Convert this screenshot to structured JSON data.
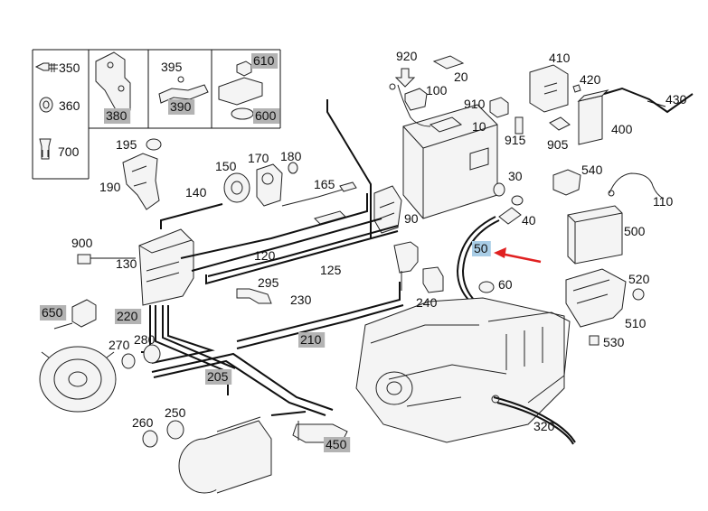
{
  "labels": [
    {
      "id": "350",
      "text": "350",
      "highlight": "none"
    },
    {
      "id": "360",
      "text": "360",
      "highlight": "none"
    },
    {
      "id": "700",
      "text": "700",
      "highlight": "none"
    },
    {
      "id": "380",
      "text": "380",
      "highlight": "gray"
    },
    {
      "id": "395",
      "text": "395",
      "highlight": "none"
    },
    {
      "id": "390",
      "text": "390",
      "highlight": "gray"
    },
    {
      "id": "610",
      "text": "610",
      "highlight": "gray"
    },
    {
      "id": "600",
      "text": "600",
      "highlight": "gray"
    },
    {
      "id": "920",
      "text": "920",
      "highlight": "none"
    },
    {
      "id": "20",
      "text": "20",
      "highlight": "none"
    },
    {
      "id": "100",
      "text": "100",
      "highlight": "none"
    },
    {
      "id": "910",
      "text": "910",
      "highlight": "none"
    },
    {
      "id": "10",
      "text": "10",
      "highlight": "none"
    },
    {
      "id": "915",
      "text": "915",
      "highlight": "none"
    },
    {
      "id": "410",
      "text": "410",
      "highlight": "none"
    },
    {
      "id": "420",
      "text": "420",
      "highlight": "none"
    },
    {
      "id": "430",
      "text": "430",
      "highlight": "none"
    },
    {
      "id": "400",
      "text": "400",
      "highlight": "none"
    },
    {
      "id": "905",
      "text": "905",
      "highlight": "none"
    },
    {
      "id": "195",
      "text": "195",
      "highlight": "none"
    },
    {
      "id": "190",
      "text": "190",
      "highlight": "none"
    },
    {
      "id": "150",
      "text": "150",
      "highlight": "none"
    },
    {
      "id": "170",
      "text": "170",
      "highlight": "none"
    },
    {
      "id": "180",
      "text": "180",
      "highlight": "none"
    },
    {
      "id": "165",
      "text": "165",
      "highlight": "none"
    },
    {
      "id": "140",
      "text": "140",
      "highlight": "none"
    },
    {
      "id": "30",
      "text": "30",
      "highlight": "none"
    },
    {
      "id": "540",
      "text": "540",
      "highlight": "none"
    },
    {
      "id": "110",
      "text": "110",
      "highlight": "none"
    },
    {
      "id": "90",
      "text": "90",
      "highlight": "none"
    },
    {
      "id": "40",
      "text": "40",
      "highlight": "none"
    },
    {
      "id": "500",
      "text": "500",
      "highlight": "none"
    },
    {
      "id": "900",
      "text": "900",
      "highlight": "none"
    },
    {
      "id": "130",
      "text": "130",
      "highlight": "none"
    },
    {
      "id": "120",
      "text": "120",
      "highlight": "none"
    },
    {
      "id": "125",
      "text": "125",
      "highlight": "none"
    },
    {
      "id": "50",
      "text": "50",
      "highlight": "blue"
    },
    {
      "id": "60",
      "text": "60",
      "highlight": "none"
    },
    {
      "id": "520",
      "text": "520",
      "highlight": "none"
    },
    {
      "id": "295",
      "text": "295",
      "highlight": "none"
    },
    {
      "id": "240",
      "text": "240",
      "highlight": "none"
    },
    {
      "id": "510",
      "text": "510",
      "highlight": "none"
    },
    {
      "id": "650",
      "text": "650",
      "highlight": "gray"
    },
    {
      "id": "220",
      "text": "220",
      "highlight": "gray"
    },
    {
      "id": "230",
      "text": "230",
      "highlight": "none"
    },
    {
      "id": "210",
      "text": "210",
      "highlight": "gray"
    },
    {
      "id": "530",
      "text": "530",
      "highlight": "none"
    },
    {
      "id": "270",
      "text": "270",
      "highlight": "none"
    },
    {
      "id": "280",
      "text": "280",
      "highlight": "none"
    },
    {
      "id": "205",
      "text": "205",
      "highlight": "gray"
    },
    {
      "id": "260",
      "text": "260",
      "highlight": "none"
    },
    {
      "id": "250",
      "text": "250",
      "highlight": "none"
    },
    {
      "id": "320",
      "text": "320",
      "highlight": "none"
    },
    {
      "id": "450",
      "text": "450",
      "highlight": "gray"
    }
  ],
  "colors": {
    "highlight_gray": "#b3b3b3",
    "highlight_blue": "#a9cde6",
    "arrow": "#e02020",
    "line": "#111111"
  },
  "pointer": {
    "target": "50",
    "icon": "red-arrow-icon"
  }
}
